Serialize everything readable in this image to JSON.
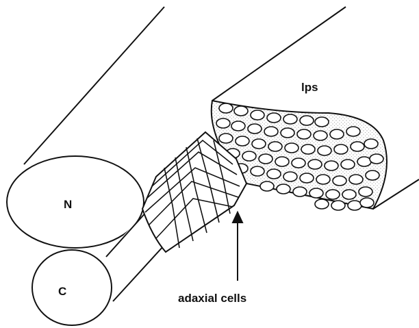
{
  "labels": {
    "lps": "lps",
    "notochord": "N",
    "chord": "C",
    "adaxial": "adaxial cells"
  },
  "colors": {
    "ink": "#111111",
    "background": "#ffffff",
    "stipple": "#8a8a8a"
  }
}
